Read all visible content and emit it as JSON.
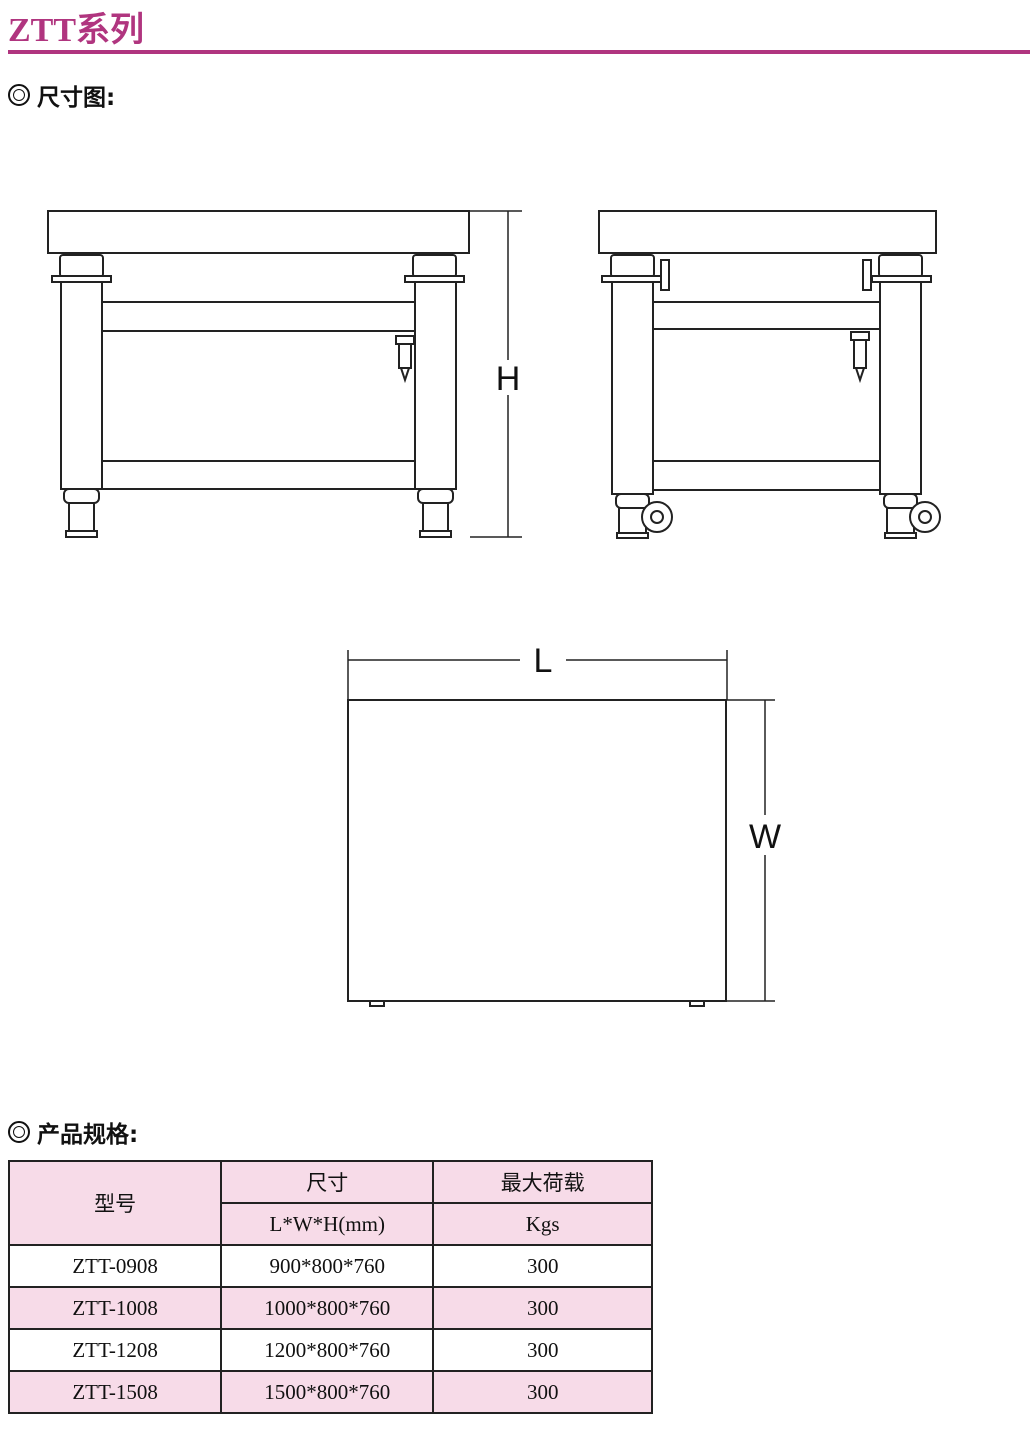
{
  "header": {
    "title": "ZTT系列"
  },
  "sections": {
    "dimensions": "尺寸图:",
    "specs": "产品规格:"
  },
  "drawing_labels": {
    "height": "H",
    "length": "L",
    "width": "W"
  },
  "colors": {
    "accent": "#b0357f",
    "row_fill": "#f7dbe8"
  },
  "table": {
    "col_model": "型号",
    "col_size": "尺寸",
    "col_size_unit": "L*W*H(mm)",
    "col_load": "最大荷载",
    "col_load_unit": "Kgs",
    "rows": [
      {
        "model": "ZTT-0908",
        "size": "900*800*760",
        "load": "300"
      },
      {
        "model": "ZTT-1008",
        "size": "1000*800*760",
        "load": "300"
      },
      {
        "model": "ZTT-1208",
        "size": "1200*800*760",
        "load": "300"
      },
      {
        "model": "ZTT-1508",
        "size": "1500*800*760",
        "load": "300"
      }
    ]
  }
}
